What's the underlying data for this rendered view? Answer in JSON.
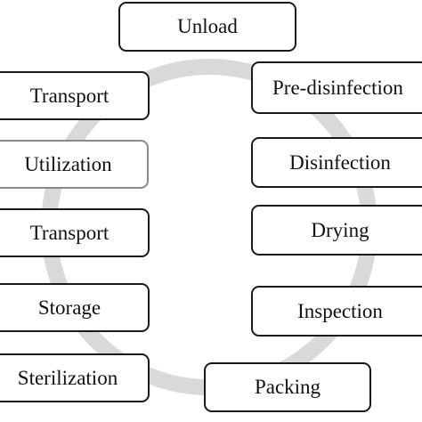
{
  "colors": {
    "ring": "#d9d9d9",
    "box_border": "#1a1a1a",
    "box_border_light": "#8a8a8a",
    "text": "#111111"
  },
  "steps": {
    "unload": "Unload",
    "pre_disinfection": "Pre-disinfection",
    "disinfection": "Disinfection",
    "drying": "Drying",
    "inspection": "Inspection",
    "packing": "Packing",
    "sterilization": "Sterilization",
    "storage": "Storage",
    "transport_2": "Transport",
    "utilization": "Utilization",
    "transport_1": "Transport"
  }
}
